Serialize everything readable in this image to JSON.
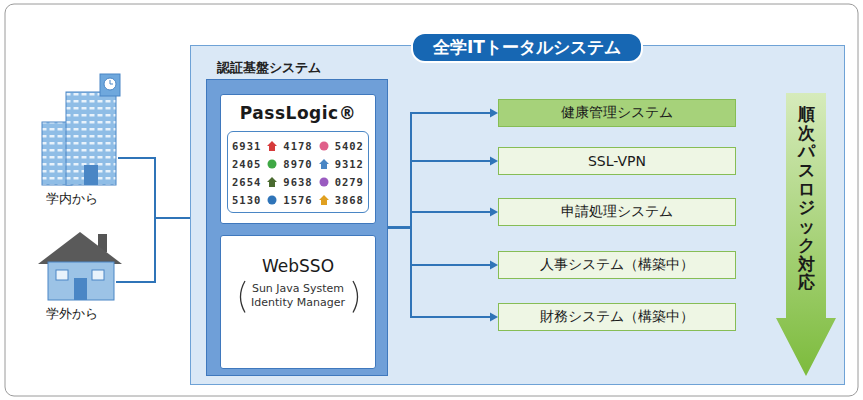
{
  "diagram": {
    "nodes": [
      {
        "text": [
          "全学ITトータルシステム"
        ]
      },
      {
        "text": [
          "認証基盤システム"
        ],
        "in": 0
      },
      {
        "text": [
          "PassLogic®",
          "6931",
          "4178",
          "5402",
          "2405",
          "8970",
          "9312",
          "2654",
          "9638",
          "0279",
          "5130",
          "1576",
          "3868"
        ],
        "in": 1
      },
      {
        "text": [
          "WebSSO",
          "Sun Java System Identity Manager"
        ],
        "in": 1
      },
      {
        "text": [
          "健康管理システム"
        ],
        "in": 0
      },
      {
        "text": [
          "SSL-VPN"
        ],
        "in": 0
      },
      {
        "text": [
          "申請処理システム"
        ],
        "in": 0
      },
      {
        "text": [
          "人事システム（構築中）"
        ],
        "in": 0
      },
      {
        "text": [
          "財務システム（構築中）"
        ],
        "in": 0
      },
      {
        "text": [
          "順次パスロジック対応"
        ],
        "in": 0
      }
    ],
    "edges": [
      {
        "from": 1,
        "to": 4,
        "arrow": "to"
      },
      {
        "from": 1,
        "to": 5,
        "arrow": "to"
      },
      {
        "from": 1,
        "to": 6,
        "arrow": "to"
      },
      {
        "from": 1,
        "to": 7,
        "arrow": "to"
      },
      {
        "from": 1,
        "to": 8,
        "arrow": "to"
      }
    ],
    "labels": [
      "学内から",
      "学外から"
    ]
  }
}
